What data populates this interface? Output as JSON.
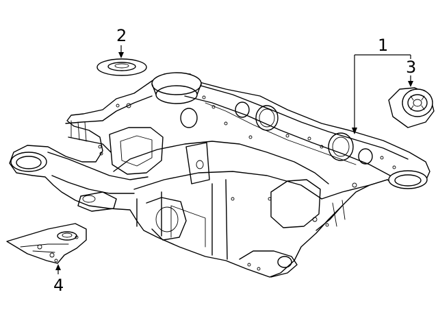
{
  "callouts": {
    "frame": "1",
    "plug": "2",
    "bushing": "3",
    "shield": "4"
  },
  "icons": {
    "subframe": "rear-subframe-assembly",
    "plug": "plug-disc",
    "bushing": "mount-bushing",
    "shield": "heat-shield-plate"
  }
}
